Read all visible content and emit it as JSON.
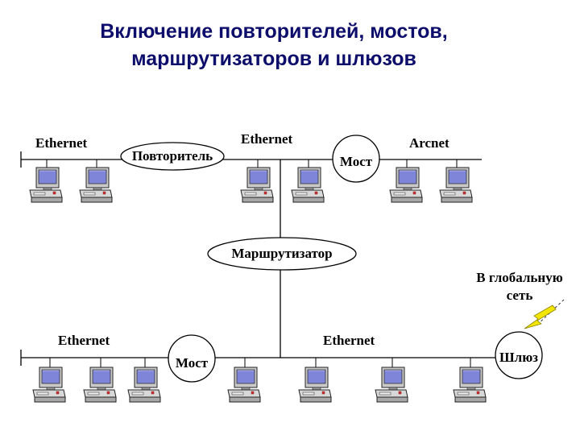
{
  "title": {
    "line1": "Включение повторителей, мостов,",
    "line2": "маршрутизаторов и шлюзов"
  },
  "networks": {
    "top_left": "Ethernet",
    "top_middle": "Ethernet",
    "top_right": "Arcnet",
    "bottom_left": "Ethernet",
    "bottom_right": "Ethernet"
  },
  "devices": {
    "repeater": "Повторитель",
    "bridge_top": "Мост",
    "router": "Маршрутизатор",
    "bridge_bottom": "Мост",
    "gateway": "Шлюз"
  },
  "global_network": {
    "line1": "В глобальную",
    "line2": "сеть"
  },
  "icons": {
    "workstation": "computer-icon",
    "wan_link": "lightning-icon"
  },
  "colors": {
    "title": "#0d0d6b",
    "lightning": "#f2e600",
    "screen": "#7f85d8"
  }
}
